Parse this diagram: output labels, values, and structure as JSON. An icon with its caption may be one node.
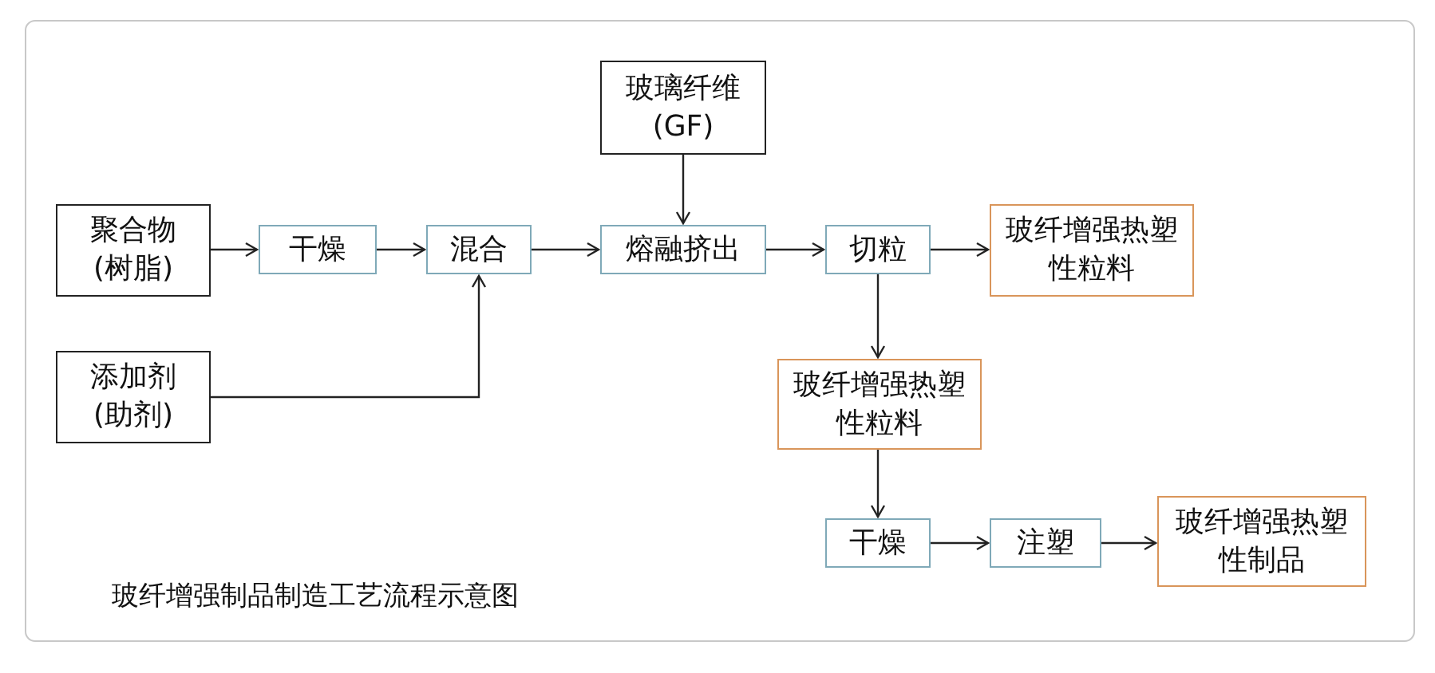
{
  "diagram": {
    "nodes": [
      {
        "text": [
          "聚合物(树脂)"
        ]
      },
      {
        "text": [
          "干燥"
        ]
      },
      {
        "text": [
          "混合"
        ]
      },
      {
        "text": [
          "玻璃纤维(GF)"
        ]
      },
      {
        "text": [
          "熔融挤出"
        ]
      },
      {
        "text": [
          "切粒"
        ]
      },
      {
        "text": [
          "玻纤增强热塑性粒料"
        ]
      },
      {
        "text": [
          "添加剂(助剂)"
        ]
      },
      {
        "text": [
          "玻纤增强热塑性粒料"
        ]
      },
      {
        "text": [
          "干燥"
        ]
      },
      {
        "text": [
          "注塑"
        ]
      },
      {
        "text": [
          "玻纤增强热塑性制品"
        ]
      }
    ],
    "edges": [
      {
        "from": 0,
        "to": 1,
        "arrow": "to"
      },
      {
        "from": 1,
        "to": 2,
        "arrow": "to"
      },
      {
        "from": 2,
        "to": 4,
        "arrow": "to"
      },
      {
        "from": 3,
        "to": 4,
        "arrow": "to"
      },
      {
        "from": 4,
        "to": 5,
        "arrow": "to"
      },
      {
        "from": 5,
        "to": 6,
        "arrow": "to"
      },
      {
        "from": 7,
        "to": 2,
        "arrow": "to"
      },
      {
        "from": 5,
        "to": 8,
        "arrow": "to"
      },
      {
        "from": 8,
        "to": 9,
        "arrow": "to"
      },
      {
        "from": 9,
        "to": 10,
        "arrow": "to"
      },
      {
        "from": 10,
        "to": 11,
        "arrow": "to"
      }
    ],
    "labels": [
      "玻纤增强制品制造工艺流程示意图"
    ]
  }
}
